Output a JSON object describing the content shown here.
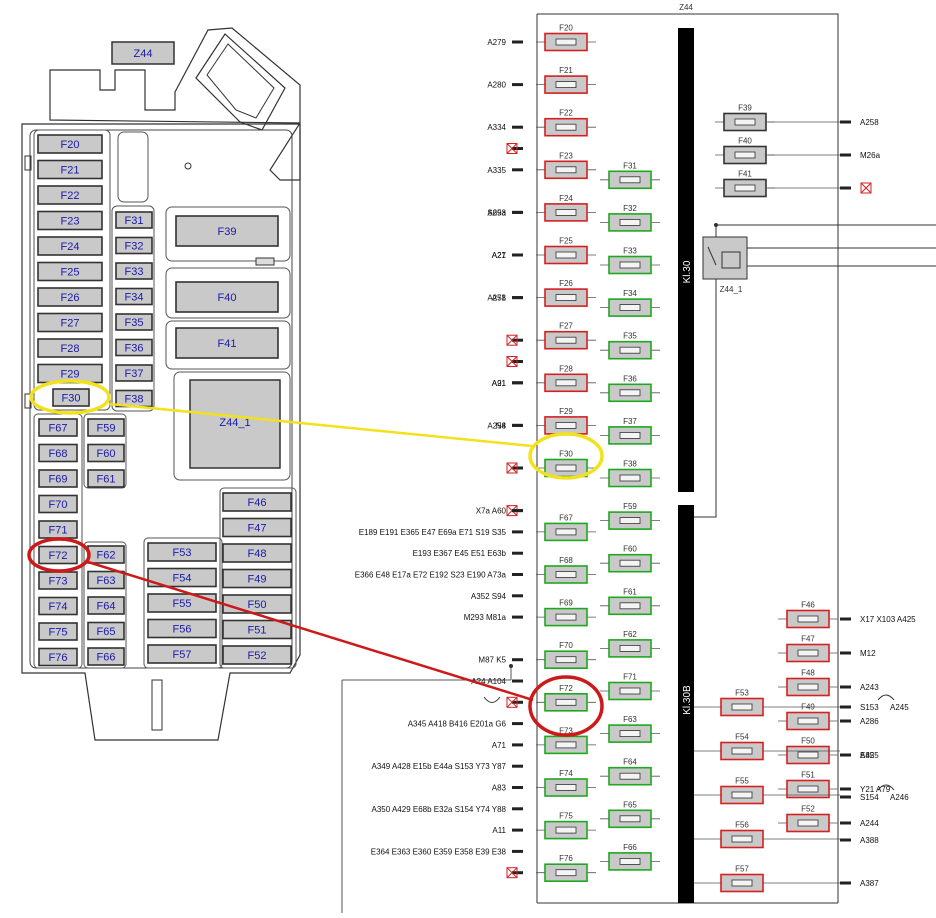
{
  "colors": {
    "red": "#d42020",
    "green": "#1ea81e",
    "grey": "#c9c9c9",
    "dark": "#333333",
    "yellow": "#f2e21c",
    "callout_red": "#cc1a1a",
    "label_blue": "#1a1aa8",
    "bus_black": "#000000"
  },
  "layout_box": {
    "module_label": "Z44",
    "relay_label": "Z44_1",
    "large_fuses": [
      "F39",
      "F40",
      "F41"
    ],
    "left_col": [
      "F20",
      "F21",
      "F22",
      "F23",
      "F24",
      "F25",
      "F26",
      "F27",
      "F28",
      "F29",
      "F30"
    ],
    "mid_col": [
      "F31",
      "F32",
      "F33",
      "F34",
      "F35",
      "F36",
      "F37",
      "F38"
    ],
    "lower_left_a": [
      "F67",
      "F68",
      "F69",
      "F70",
      "F71",
      "F72",
      "F73",
      "F74",
      "F75",
      "F76"
    ],
    "lower_left_b": [
      "F59",
      "F60",
      "F61"
    ],
    "lower_left_c": [
      "F62",
      "F63",
      "F64",
      "F65",
      "F66"
    ],
    "lower_mid": [
      "F53",
      "F54",
      "F55",
      "F56",
      "F57"
    ],
    "lower_right": [
      "F46",
      "F47",
      "F48",
      "F49",
      "F50",
      "F51",
      "F52"
    ]
  },
  "schematic": {
    "title": "Z44",
    "bus_a": "Kl.30",
    "bus_b": "Kl.30B",
    "relay_label": "Z44_1",
    "left_fuses": [
      {
        "id": "F20",
        "color": "red",
        "pin": "A279"
      },
      {
        "id": "F21",
        "color": "red",
        "pin": "A280"
      },
      {
        "id": "F22",
        "color": "red",
        "pin": "A334"
      },
      {
        "id": "F23",
        "color": "red",
        "pin": "A335"
      },
      {
        "id": "F24",
        "color": "red",
        "pin": "A253"
      },
      {
        "id": "F25",
        "color": "red",
        "pin": "A21"
      },
      {
        "id": "F26",
        "color": "red",
        "pin": "A258"
      },
      {
        "id": "F27",
        "color": "red",
        "pin": ""
      },
      {
        "id": "F28",
        "color": "red",
        "pin": "A91"
      },
      {
        "id": "F29",
        "color": "red",
        "pin": "A258"
      },
      {
        "id": "F30",
        "color": "green",
        "pin": ""
      },
      {
        "id": "F67",
        "color": "green",
        "pin": "E189  E191  E365  E47  E69a  E71  S19  S35"
      },
      {
        "id": "F68",
        "color": "green",
        "pin": "E366  E48  E17a  E72  E192  S23  E190  A73a"
      },
      {
        "id": "F69",
        "color": "green",
        "pin": "M293  M81a"
      },
      {
        "id": "F70",
        "color": "green",
        "pin": "M87   K5"
      },
      {
        "id": "F72",
        "color": "green",
        "pin": ""
      },
      {
        "id": "F73",
        "color": "green",
        "pin": "A71"
      },
      {
        "id": "F74",
        "color": "green",
        "pin": "A83"
      },
      {
        "id": "F75",
        "color": "green",
        "pin": "A11"
      },
      {
        "id": "F76",
        "color": "green",
        "pin": ""
      }
    ],
    "mid_fuses": [
      {
        "id": "F31",
        "color": "green",
        "pin": ""
      },
      {
        "id": "F32",
        "color": "green",
        "pin": "S69a"
      },
      {
        "id": "F33",
        "color": "green",
        "pin": "A27"
      },
      {
        "id": "F34",
        "color": "green",
        "pin": "A71"
      },
      {
        "id": "F35",
        "color": "green",
        "pin": ""
      },
      {
        "id": "F36",
        "color": "green",
        "pin": "A21"
      },
      {
        "id": "F37",
        "color": "green",
        "pin": "N4"
      },
      {
        "id": "F38",
        "color": "green",
        "pin": ""
      },
      {
        "id": "F59",
        "color": "green",
        "pin": "X7a     A60"
      },
      {
        "id": "F60",
        "color": "green",
        "pin": "E193  E367  E45  E51  E63b"
      },
      {
        "id": "F61",
        "color": "green",
        "pin": "A352  S94"
      },
      {
        "id": "F62",
        "color": "green",
        "pin": ""
      },
      {
        "id": "F71",
        "color": "green",
        "pin": "A24    A104"
      },
      {
        "id": "F63",
        "color": "green",
        "pin": "A345  A418  B416  E201a  G6"
      },
      {
        "id": "F64",
        "color": "green",
        "pin": "A349  A428  E15b  E44a  S153  Y73  Y87"
      },
      {
        "id": "F65",
        "color": "green",
        "pin": "A350  A429  E68b  E32a  S154  Y74  Y88"
      },
      {
        "id": "F66",
        "color": "green",
        "pin": "E364  E363  E360  E359  E358  E39  E38"
      }
    ],
    "right_top": [
      {
        "id": "F39",
        "pin": "A258"
      },
      {
        "id": "F40",
        "pin": "M26a"
      },
      {
        "id": "F41",
        "pin": ""
      }
    ],
    "right_lower": [
      {
        "id": "F46",
        "pin": "X17  X103  A425"
      },
      {
        "id": "F47",
        "pin": "M12"
      },
      {
        "id": "F48",
        "pin": "A243"
      },
      {
        "id": "F49",
        "pin": "A286"
      },
      {
        "id": "F50",
        "pin": "A425"
      },
      {
        "id": "F51",
        "pin": "Y21   A79"
      },
      {
        "id": "F52",
        "pin": "A244"
      }
    ],
    "right_lower_hidden_pins": [
      "E85",
      "A388",
      "A387"
    ],
    "bridge_pins": [
      {
        "a": "S153",
        "b": "A245"
      },
      {
        "a": "S154",
        "b": "A246"
      }
    ],
    "f53_col": [
      "F53",
      "F54",
      "F55",
      "F56",
      "F57"
    ]
  }
}
